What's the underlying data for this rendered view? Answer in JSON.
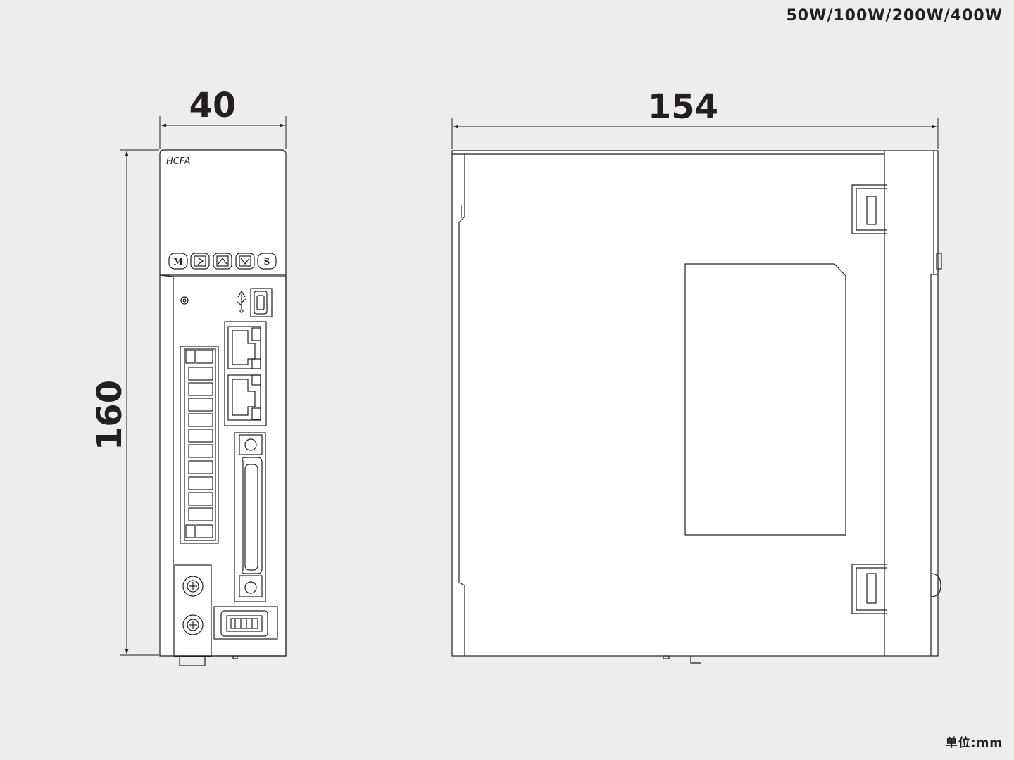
{
  "header": {
    "power_rating": "50W/100W/200W/400W"
  },
  "footer": {
    "unit_label": "单位:mm"
  },
  "dimensions": {
    "front_width": "40",
    "front_height": "160",
    "side_depth": "154"
  },
  "front_panel": {
    "logo": "HCFA",
    "buttons": [
      "M",
      "▷",
      "▲",
      "▼",
      "S"
    ],
    "usb_symbol": "USB"
  },
  "colors": {
    "background": "#ededed",
    "line": "#231f20",
    "panel": "#ffffff"
  }
}
